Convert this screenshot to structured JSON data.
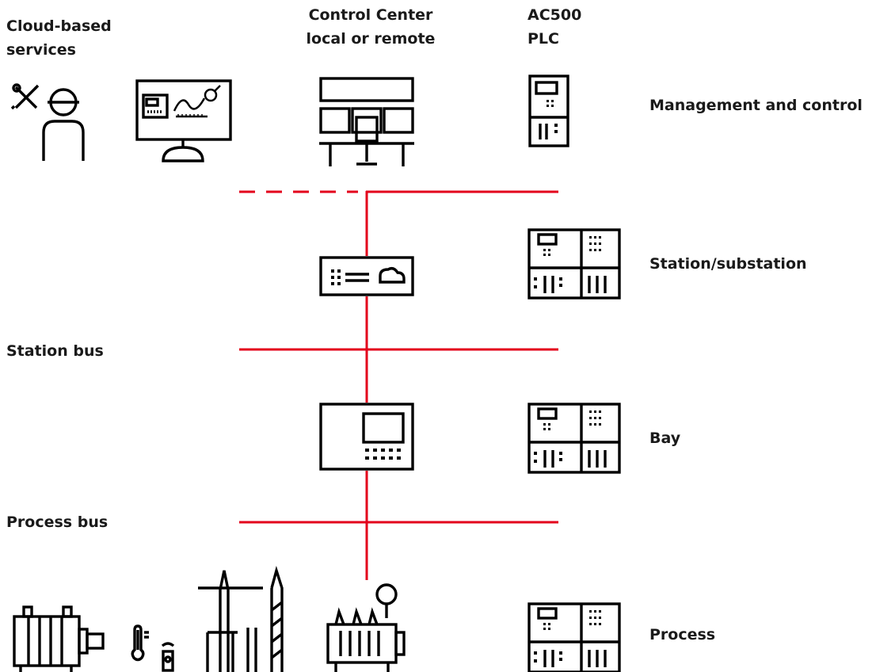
{
  "headers": {
    "cloud": [
      "Cloud-based",
      "services"
    ],
    "control_center": [
      "Control Center",
      "local or remote"
    ],
    "plc": [
      "AC500",
      "PLC"
    ]
  },
  "levels": {
    "management": "Management and control",
    "station": "Station/substation",
    "bay": "Bay",
    "process": "Process"
  },
  "buses": {
    "station_bus": "Station bus",
    "process_bus": "Process bus"
  },
  "colors": {
    "network_line": "#e3001b",
    "icon_stroke": "#000000"
  },
  "icons": [
    "service-engineer-icon",
    "monitoring-display-icon",
    "control-desk-icon",
    "plc-module-icon",
    "network-switch-icon",
    "protection-relay-icon",
    "plc-rack-icon",
    "motor-icon",
    "temperature-sensor-icon",
    "transmission-tower-icon",
    "transformer-icon"
  ]
}
